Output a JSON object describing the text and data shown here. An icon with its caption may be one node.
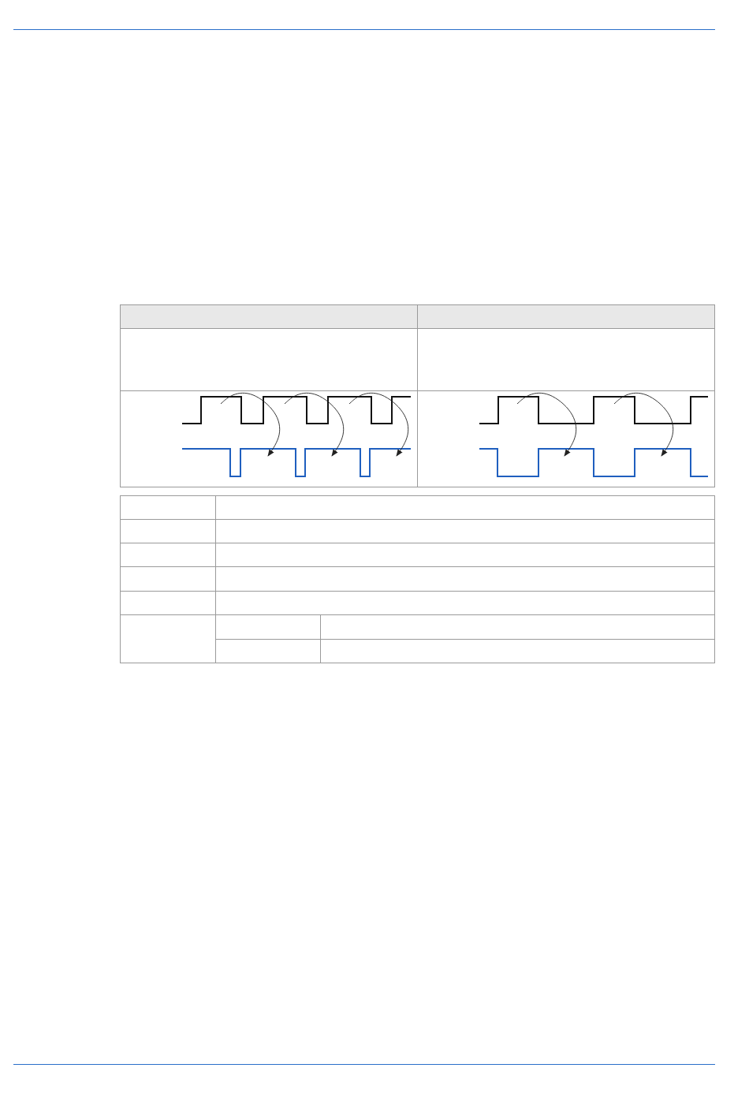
{
  "diagram": {
    "nodes": [
      {
        "text": [],
        "shape": "waveform"
      },
      {
        "text": [],
        "shape": "waveform"
      },
      {
        "text": [],
        "shape": "waveform"
      },
      {
        "text": [],
        "shape": "waveform"
      }
    ],
    "edges": [
      {
        "from": 0,
        "to": 1,
        "arrow": "to"
      },
      {
        "from": 0,
        "to": 1,
        "arrow": "to"
      },
      {
        "from": 0,
        "to": 1,
        "arrow": "to"
      },
      {
        "from": 2,
        "to": 3,
        "arrow": "to"
      },
      {
        "from": 2,
        "to": 3,
        "arrow": "to"
      }
    ]
  }
}
